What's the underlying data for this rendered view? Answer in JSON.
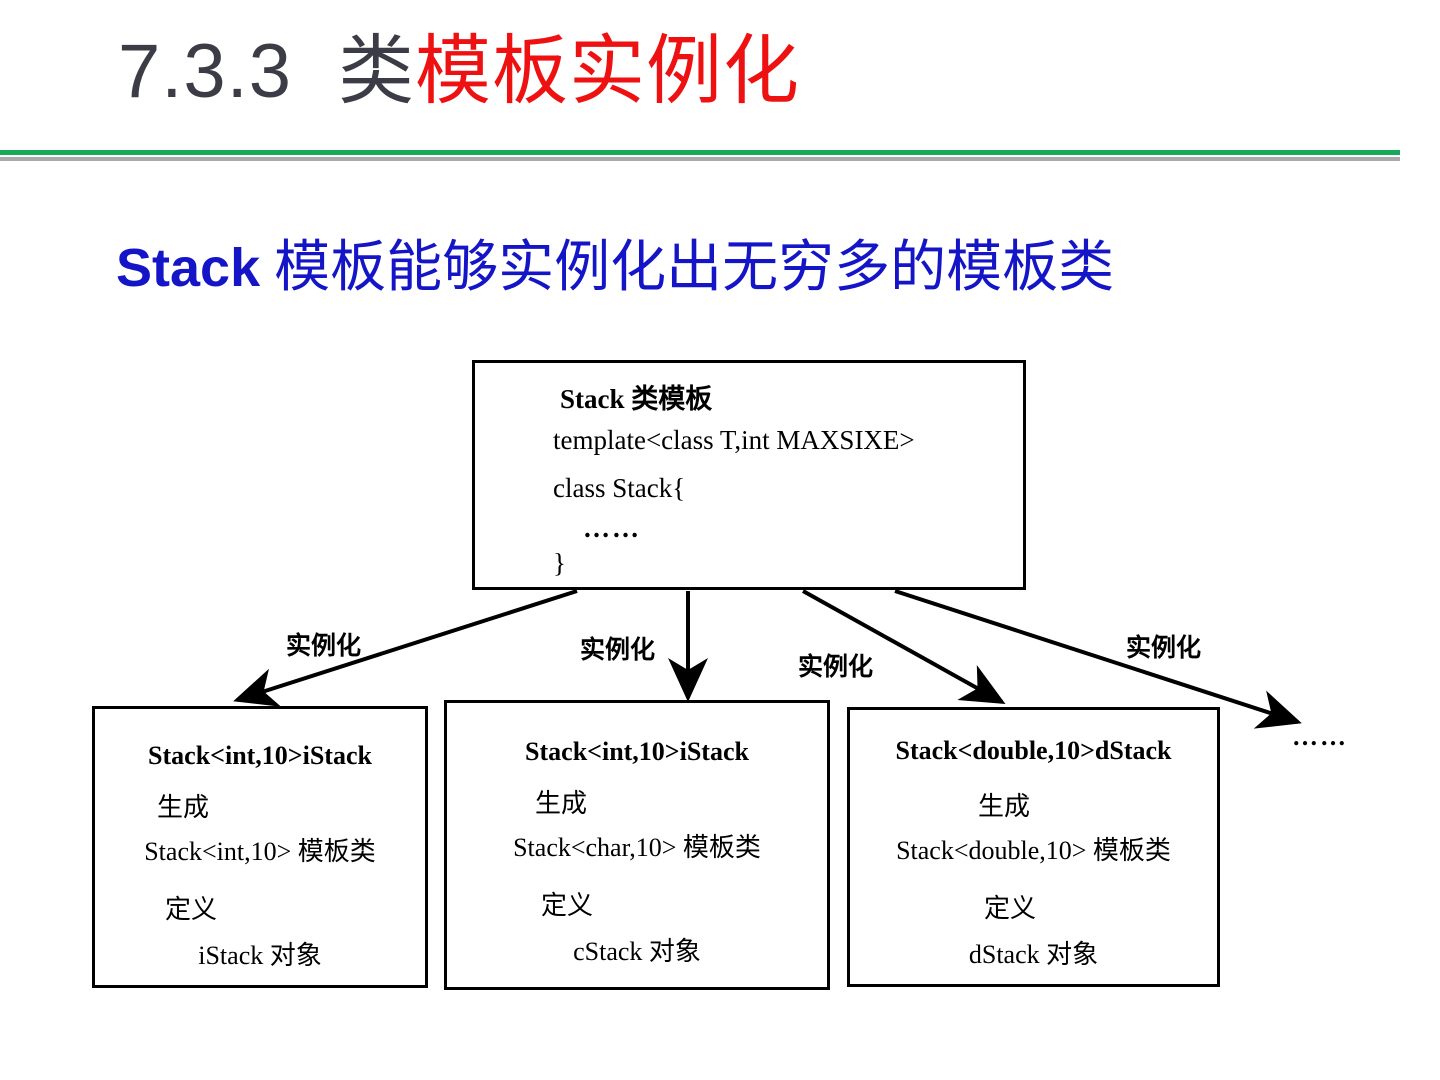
{
  "slide": {
    "title": {
      "number": "7.3.3",
      "dark_part": "类",
      "red_part": "模板实例化",
      "number_color": "#3c3c47",
      "red_color": "#ee1111"
    },
    "divider": {
      "green_color": "#17a85a",
      "shadow_color": "#a9a9a9"
    },
    "subtitle": {
      "emphasis": "Stack",
      "rest": " 模板能够实例化出无穷多的模板类",
      "color": "#1515c8"
    }
  },
  "diagram": {
    "template_box": {
      "title": "Stack 类模板",
      "line1": "template<class T,int MAXSIXE>",
      "line2": "class Stack{",
      "line3": "……",
      "line4": "}"
    },
    "edges": [
      {
        "label": "实例化"
      },
      {
        "label": "实例化"
      },
      {
        "label": "实例化"
      },
      {
        "label": "实例化"
      }
    ],
    "instances": [
      {
        "header": "Stack<int,10>iStack",
        "step1_label": "生成",
        "middle": "Stack<int,10> 模板类",
        "step2_label": "定义",
        "tail": "iStack 对象"
      },
      {
        "header": "Stack<int,10>iStack",
        "step1_label": "生成",
        "middle": "Stack<char,10> 模板类",
        "step2_label": "定义",
        "tail": "cStack 对象"
      },
      {
        "header": "Stack<double,10>dStack",
        "step1_label": "生成",
        "middle": "Stack<double,10> 模板类",
        "step2_label": "定义",
        "tail": "dStack 对象"
      }
    ],
    "tail_ellipsis": "……"
  }
}
